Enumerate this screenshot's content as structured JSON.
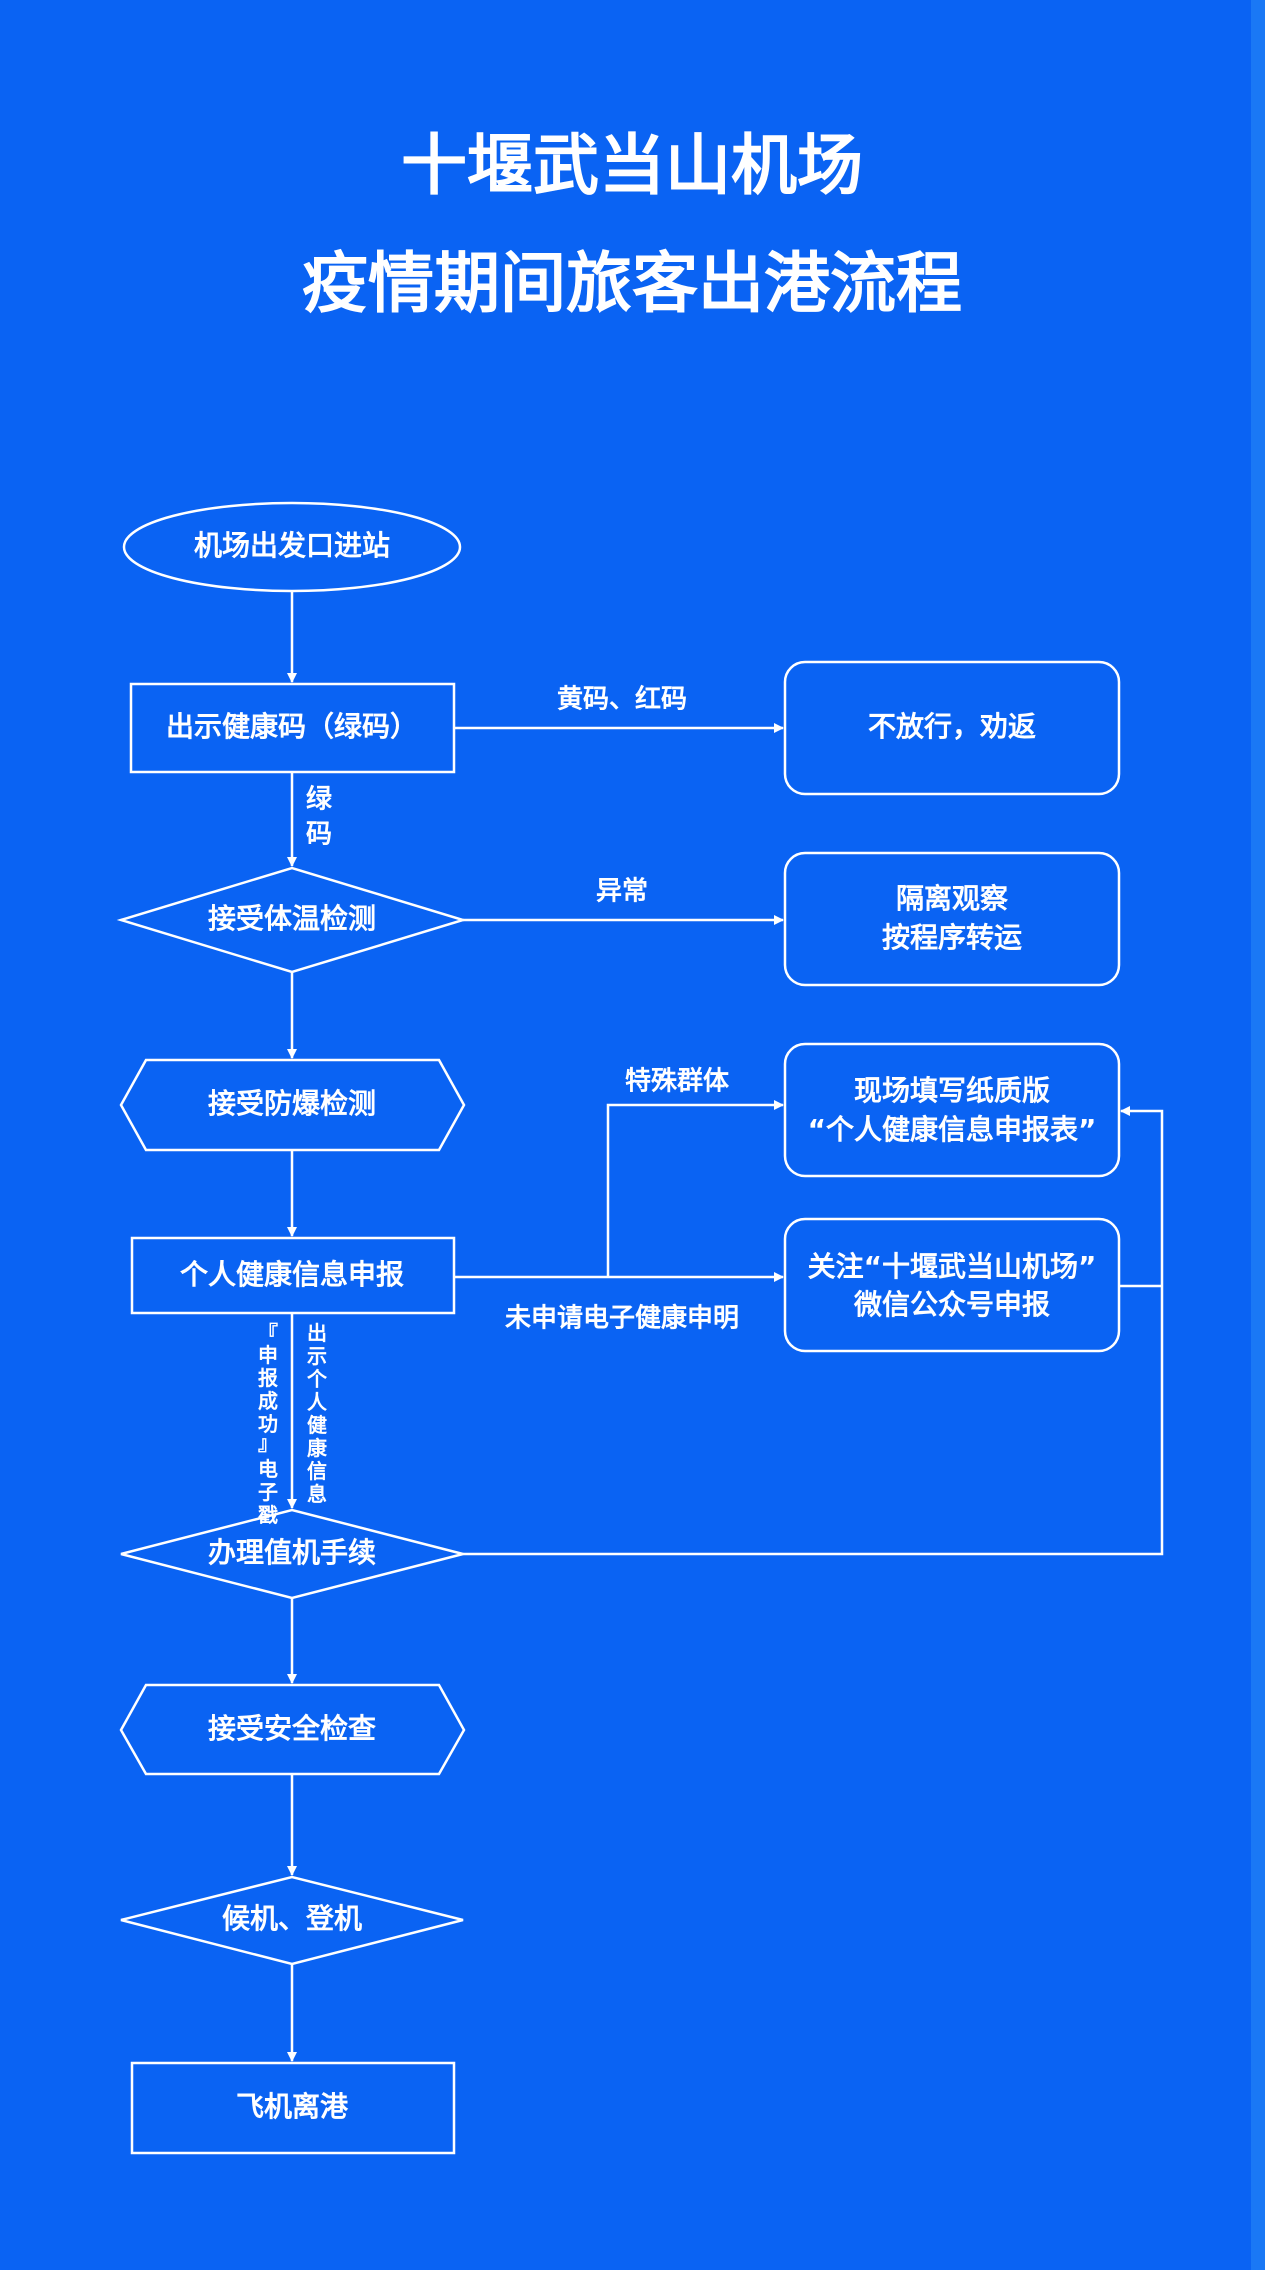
{
  "title": {
    "line1": "十堰武当山机场",
    "line2": "疫情期间旅客出港流程"
  },
  "nodes": {
    "entry": "机场出发口进站",
    "health_code": "出示健康码（绿码）",
    "reject": "不放行，劝返",
    "temperature": "接受体温检测",
    "isolate_1": "隔离观察",
    "isolate_2": "按程序转运",
    "explosive": "接受防爆检测",
    "paper_1": "现场填写纸质版",
    "paper_2": "“个人健康信息申报表”",
    "declare": "个人健康信息申报",
    "wechat_1": "关注“十堰武当山机场”",
    "wechat_2": "微信公众号申报",
    "checkin": "办理值机手续",
    "security": "接受安全检查",
    "boarding": "候机、登机",
    "departure": "飞机离港"
  },
  "labels": {
    "yellow_red": "黄码、红码",
    "green": [
      "绿",
      "码"
    ],
    "abnormal": "异常",
    "special": "特殊群体",
    "no_e_declare": "未申请电子健康申明",
    "stamp": [
      "『",
      "申",
      "报",
      "成",
      "功",
      "』",
      "电",
      "子",
      "戳"
    ],
    "show_info": [
      "出",
      "示",
      "个",
      "人",
      "健",
      "康",
      "信",
      "息"
    ]
  }
}
